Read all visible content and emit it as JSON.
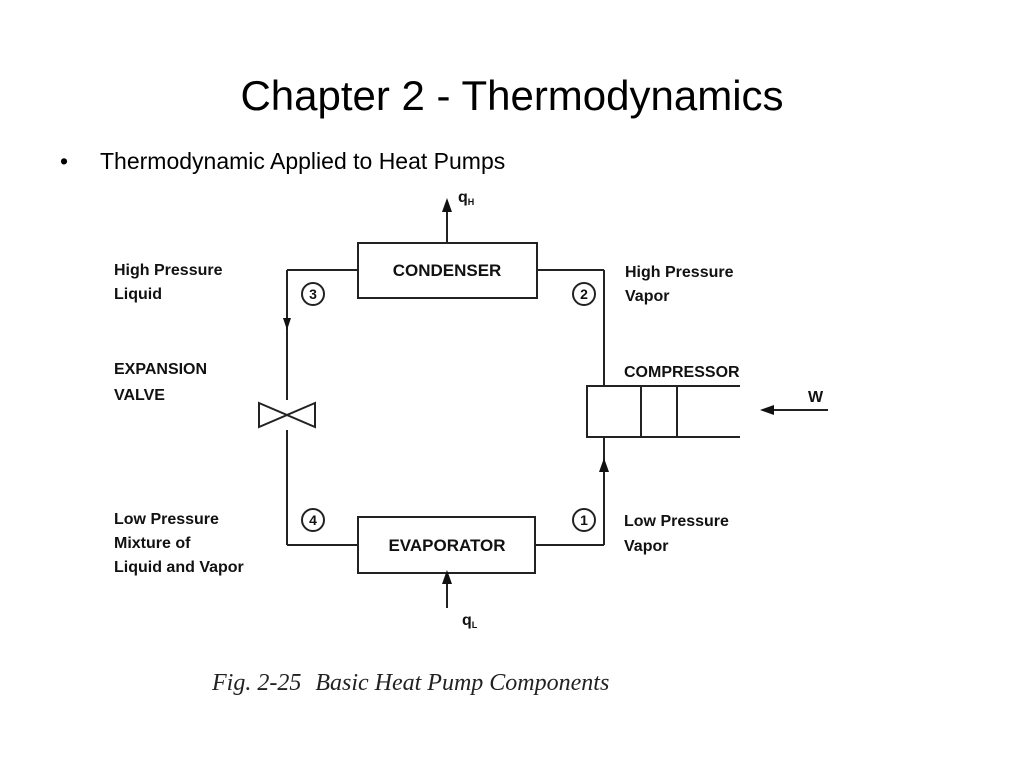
{
  "slide": {
    "title": "Chapter 2 - Thermodynamics",
    "bullet_symbol": "•",
    "bullet_text": "Thermodynamic Applied to Heat Pumps"
  },
  "diagram": {
    "q_high": "q",
    "q_high_sub": "H",
    "q_low": "q",
    "q_low_sub": "L",
    "work": "W",
    "condenser": "CONDENSER",
    "evaporator": "EVAPORATOR",
    "compressor": "COMPRESSOR",
    "expansion_line1": "EXPANSION",
    "expansion_line2": "VALVE",
    "hp_liquid_line1": "High Pressure",
    "hp_liquid_line2": "Liquid",
    "hp_vapor_line1": "High Pressure",
    "hp_vapor_line2": "Vapor",
    "lp_mix_line1": "Low Pressure",
    "lp_mix_line2": "Mixture of",
    "lp_mix_line3": "Liquid and Vapor",
    "lp_vapor_line1": "Low Pressure",
    "lp_vapor_line2": "Vapor",
    "state_1": "1",
    "state_2": "2",
    "state_3": "3",
    "state_4": "4",
    "caption_fig": "Fig. 2-25",
    "caption_text": "Basic Heat Pump Components"
  }
}
